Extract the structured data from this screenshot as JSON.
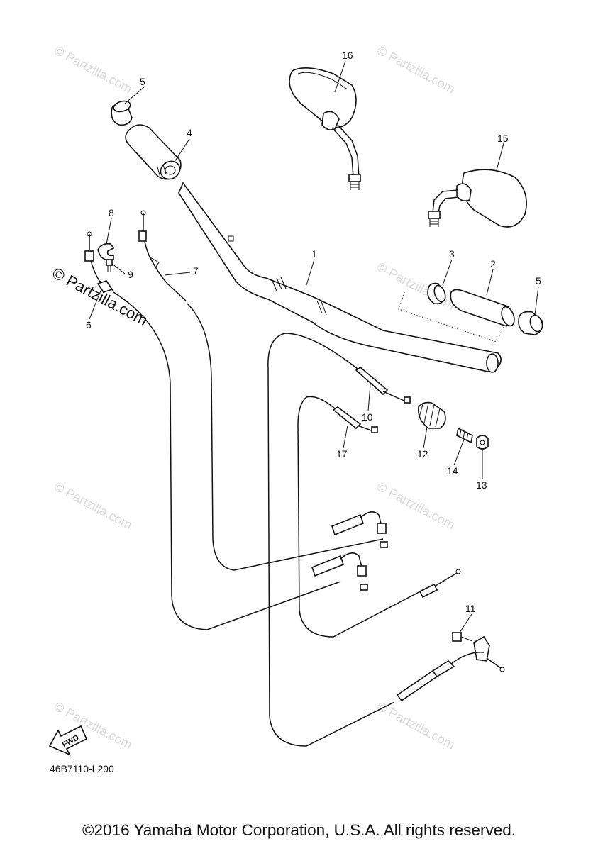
{
  "callouts": {
    "c1": "1",
    "c2": "2",
    "c3": "3",
    "c4": "4",
    "c5a": "5",
    "c5b": "5",
    "c6": "6",
    "c7": "7",
    "c8": "8",
    "c9": "9",
    "c10": "10",
    "c11": "11",
    "c12": "12",
    "c13": "13",
    "c14": "14",
    "c15": "15",
    "c16": "16",
    "c17": "17"
  },
  "watermark": {
    "faint": "© Partzilla.com",
    "bold": "© Partzilla.com"
  },
  "drawing_code": "46B7110-L290",
  "fwd_label": "FWD",
  "copyright": "©2016 Yamaha Motor Corporation, U.S.A. All rights reserved."
}
